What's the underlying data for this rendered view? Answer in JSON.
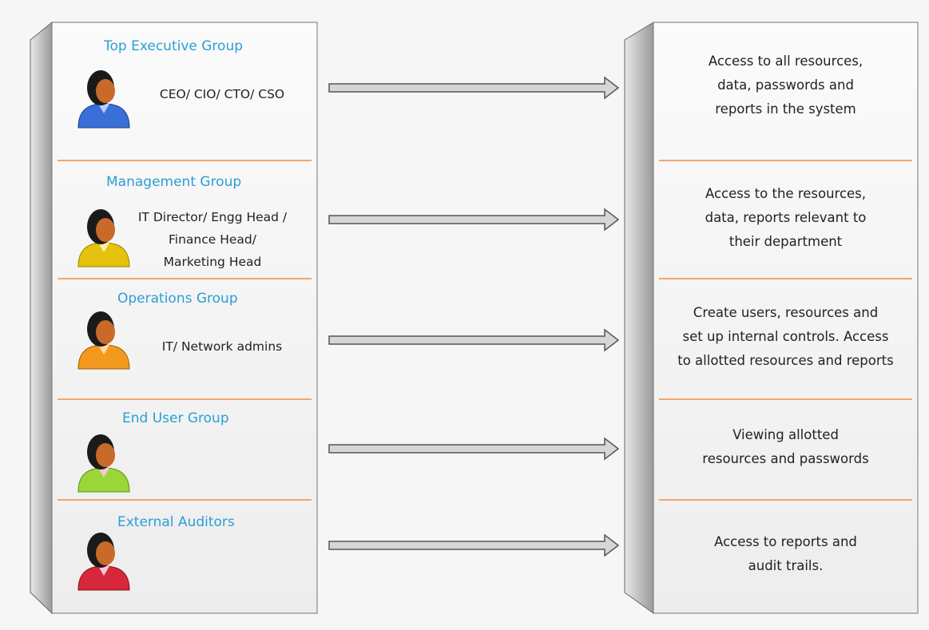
{
  "colors": {
    "title_blue": "#2a9fd6",
    "divider_orange": "#f5a56a",
    "panel_fill": "#f3f3f3",
    "arrow_fill": "#d6d6d6"
  },
  "groups": [
    {
      "title": "Top Executive Group",
      "members": [
        "CEO/ CIO/ CTO/ CSO"
      ],
      "avatar_color": "blue-shirt"
    },
    {
      "title": "Management Group",
      "members": [
        "IT Director/ Engg Head /",
        "Finance Head/",
        "Marketing Head"
      ],
      "avatar_color": "yellow-shirt"
    },
    {
      "title": "Operations Group",
      "members": [
        "IT/ Network admins"
      ],
      "avatar_color": "orange-shirt"
    },
    {
      "title": "End User Group",
      "members": [],
      "avatar_color": "green-shirt"
    },
    {
      "title": "External Auditors",
      "members": [],
      "avatar_color": "red-shirt"
    }
  ],
  "access": [
    [
      "Access to all resources,",
      "data, passwords and",
      "reports in the system"
    ],
    [
      "Access to the resources,",
      "data, reports relevant to",
      "their department"
    ],
    [
      "Create users, resources and",
      "set up internal controls. Access",
      "to allotted resources and reports"
    ],
    [
      "Viewing allotted",
      "resources and passwords"
    ],
    [
      "Access to reports and",
      "audit trails."
    ]
  ]
}
